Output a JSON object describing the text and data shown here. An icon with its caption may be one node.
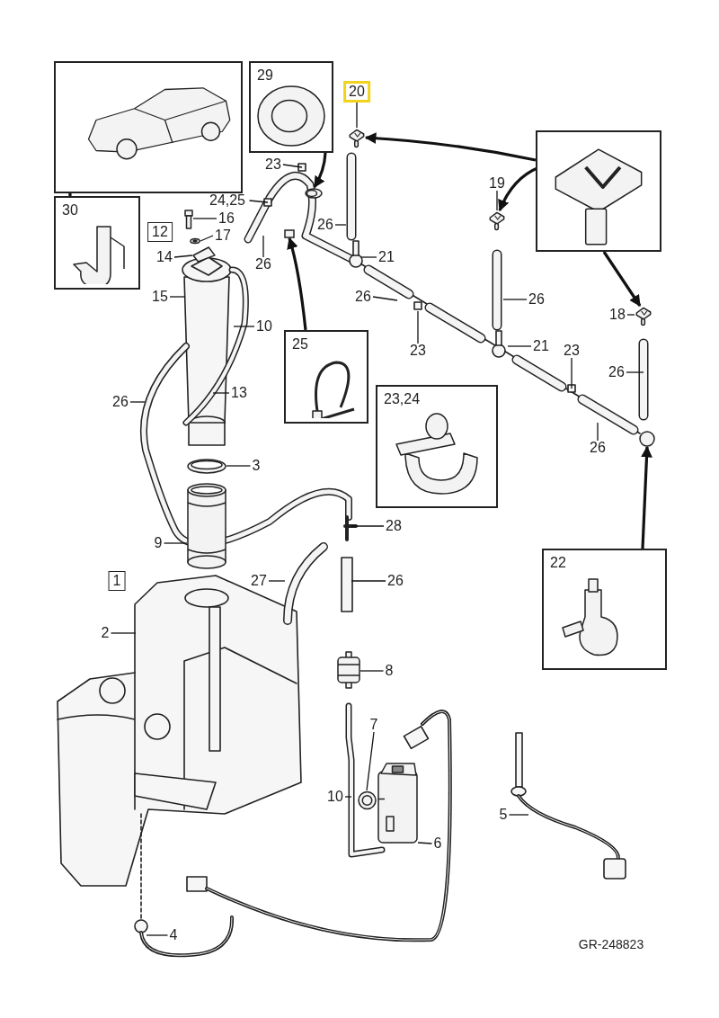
{
  "diagram": {
    "nodes": [
      {
        "text": [],
        "shape": "box"
      },
      {
        "text": [
          "29"
        ]
      },
      {
        "text": [
          "20"
        ]
      },
      {
        "text": [
          "30"
        ]
      },
      {
        "text": [
          "23"
        ]
      },
      {
        "text": [
          "24,25"
        ]
      },
      {
        "text": [
          "16"
        ]
      },
      {
        "text": [
          "12"
        ]
      },
      {
        "text": [
          "17"
        ]
      },
      {
        "text": [
          "14"
        ]
      },
      {
        "text": [
          "26"
        ]
      },
      {
        "text": [
          "26"
        ]
      },
      {
        "text": [],
        "shape": "box"
      },
      {
        "text": [
          "19"
        ]
      },
      {
        "text": [
          "21"
        ]
      },
      {
        "text": [
          "15"
        ]
      },
      {
        "text": [
          "10"
        ]
      },
      {
        "text": [
          "26"
        ]
      },
      {
        "text": [
          "26"
        ]
      },
      {
        "text": [
          "25"
        ]
      },
      {
        "text": [
          "23"
        ]
      },
      {
        "text": [
          "21"
        ]
      },
      {
        "text": [
          "18"
        ]
      },
      {
        "text": [
          "23"
        ]
      },
      {
        "text": [
          "26"
        ]
      },
      {
        "text": [
          "13"
        ]
      },
      {
        "text": [
          "26"
        ]
      },
      {
        "text": [
          "23,24"
        ]
      },
      {
        "text": [
          "26"
        ]
      },
      {
        "text": [
          "3"
        ]
      },
      {
        "text": [
          "22"
        ]
      },
      {
        "text": [
          "28"
        ]
      },
      {
        "text": [
          "9"
        ]
      },
      {
        "text": [
          "27"
        ]
      },
      {
        "text": [
          "26"
        ]
      },
      {
        "text": [
          "1"
        ]
      },
      {
        "text": [
          "2"
        ]
      },
      {
        "text": [
          "8"
        ]
      },
      {
        "text": [
          "7"
        ]
      },
      {
        "text": [
          "10"
        ]
      },
      {
        "text": [
          "6"
        ]
      },
      {
        "text": [
          "5"
        ]
      },
      {
        "text": [
          "4"
        ]
      },
      {
        "text": [],
        "shape": "picture",
        "in": 0
      },
      {
        "text": [],
        "shape": "picture"
      },
      {
        "text": [],
        "shape": "picture"
      },
      {
        "text": [],
        "shape": "picture"
      },
      {
        "text": [],
        "shape": "picture"
      },
      {
        "text": [],
        "shape": "box"
      },
      {
        "text": [],
        "shape": "circle"
      },
      {
        "text": [],
        "shape": "picture"
      },
      {
        "text": [],
        "shape": "picture"
      },
      {
        "text": [],
        "shape": "picture"
      },
      {
        "text": [],
        "shape": "picture"
      },
      {
        "text": [],
        "shape": "picture"
      },
      {
        "text": [],
        "shape": "picture"
      },
      {
        "text": [],
        "shape": "picture"
      },
      {
        "text": [],
        "shape": "picture"
      }
    ],
    "edges": [
      {
        "from": 2,
        "to": 44,
        "arrow": "none"
      },
      {
        "from": 3,
        "to": 43,
        "arrow": "to",
        "style": "thick"
      },
      {
        "from": 1,
        "to": 47,
        "arrow": "to",
        "style": "thick"
      },
      {
        "from": 4,
        "to": null,
        "arrow": "none"
      },
      {
        "from": 5,
        "to": null,
        "arrow": "none"
      },
      {
        "from": 6,
        "to": 50,
        "arrow": "none"
      },
      {
        "from": 8,
        "to": 51,
        "arrow": "none"
      },
      {
        "from": 9,
        "to": 52,
        "arrow": "none"
      },
      {
        "from": 10,
        "to": null,
        "arrow": "none"
      },
      {
        "from": 11,
        "to": null,
        "arrow": "none"
      },
      {
        "from": 12,
        "to": 44,
        "arrow": "to",
        "style": "thick"
      },
      {
        "from": 12,
        "to": 45,
        "arrow": "to",
        "style": "thick"
      },
      {
        "from": 12,
        "to": 46,
        "arrow": "to",
        "style": "thick"
      },
      {
        "from": 13,
        "to": 45,
        "arrow": "none"
      },
      {
        "from": 14,
        "to": null,
        "arrow": "none"
      },
      {
        "from": 15,
        "to": null,
        "arrow": "none"
      },
      {
        "from": 16,
        "to": null,
        "arrow": "none"
      },
      {
        "from": 17,
        "to": null,
        "arrow": "none"
      },
      {
        "from": 18,
        "to": null,
        "arrow": "none"
      },
      {
        "from": 19,
        "to": 48,
        "arrow": "to",
        "style": "thick"
      },
      {
        "from": 20,
        "to": null,
        "arrow": "none"
      },
      {
        "from": 21,
        "to": null,
        "arrow": "none"
      },
      {
        "from": 22,
        "to": 46,
        "arrow": "none"
      },
      {
        "from": 23,
        "to": null,
        "arrow": "none"
      },
      {
        "from": 24,
        "to": null,
        "arrow": "none"
      },
      {
        "from": 25,
        "to": null,
        "arrow": "none"
      },
      {
        "from": 26,
        "to": null,
        "arrow": "none"
      },
      {
        "from": 28,
        "to": null,
        "arrow": "none"
      },
      {
        "from": 29,
        "to": 57,
        "arrow": "none"
      },
      {
        "from": 30,
        "to": 49,
        "arrow": "to",
        "style": "thick"
      },
      {
        "from": 31,
        "to": null,
        "arrow": "none"
      },
      {
        "from": 32,
        "to": 53,
        "arrow": "none"
      },
      {
        "from": 33,
        "to": null,
        "arrow": "none"
      },
      {
        "from": 34,
        "to": null,
        "arrow": "none"
      },
      {
        "from": 36,
        "to": null,
        "arrow": "none"
      },
      {
        "from": 37,
        "to": 54,
        "arrow": "none"
      },
      {
        "from": 38,
        "to": 55,
        "arrow": "none"
      },
      {
        "from": 39,
        "to": null,
        "arrow": "none"
      },
      {
        "from": 40,
        "to": 56,
        "arrow": "none"
      },
      {
        "from": 41,
        "to": null,
        "arrow": "none"
      },
      {
        "from": 42,
        "to": null,
        "arrow": "none"
      }
    ],
    "labels": [
      "GR-248823"
    ]
  }
}
